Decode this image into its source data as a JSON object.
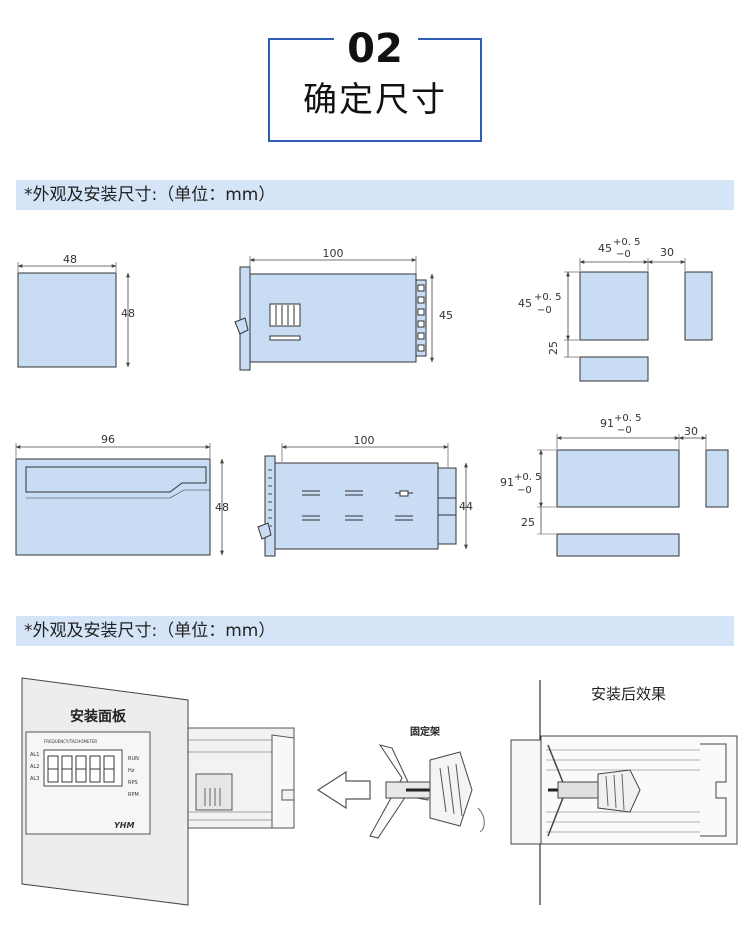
{
  "header": {
    "number": "02",
    "title": "确定尺寸"
  },
  "sections": [
    {
      "label": "*外观及安装尺寸:（单位：mm）"
    },
    {
      "label": "*外观及安装尺寸:（单位：mm）"
    }
  ],
  "row1": {
    "front": {
      "width": "48",
      "height": "48"
    },
    "side": {
      "length": "100",
      "height": "45"
    },
    "cutout": {
      "width": "45",
      "width_tol_plus": "+0. 5",
      "width_tol_minus": "−0",
      "height": "45",
      "height_tol_plus": "+0. 5",
      "height_tol_minus": "−0",
      "gap_h": "30",
      "gap_v": "25"
    }
  },
  "row2": {
    "front": {
      "width": "96",
      "height": "48"
    },
    "side": {
      "length": "100",
      "height": "44"
    },
    "cutout": {
      "width": "91",
      "width_tol_plus": "+0. 5",
      "width_tol_minus": "−0",
      "height": "91",
      "height_tol_plus": "+0. 5",
      "height_tol_minus": "−0",
      "gap_h": "30",
      "gap_v": "25"
    }
  },
  "install": {
    "panel_label": "安装面板",
    "bracket_label": "固定架",
    "result_label": "安装后效果",
    "device_model": "FREQUENCY/TACHOMETER",
    "indicators": [
      "AL1",
      "AL2",
      "AL3"
    ],
    "status": [
      "RUN",
      "Hz",
      "RPS",
      "RPM"
    ],
    "logo": "YHM"
  },
  "colors": {
    "accent": "#2f5fb3",
    "fill": "#c8dcf4",
    "section": "#d6e4f7"
  }
}
